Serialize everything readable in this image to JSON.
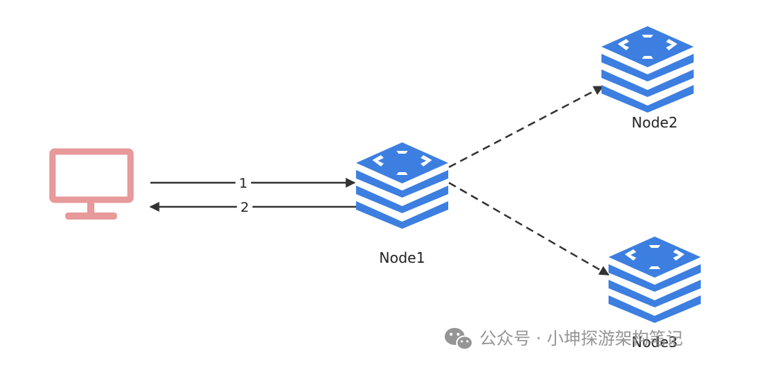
{
  "nodes": {
    "node1": {
      "label": "Node1"
    },
    "node2": {
      "label": "Node2"
    },
    "node3": {
      "label": "Node3"
    }
  },
  "arrows": {
    "request": {
      "label": "1"
    },
    "response": {
      "label": "2"
    }
  },
  "watermark": {
    "text": "公众号 · 小坤探游架构笔记"
  },
  "colors": {
    "server": "#3d7fe0",
    "client": "#e8999a",
    "line": "#333333",
    "watermark": "#8a8a8a"
  },
  "icons": {
    "client": "monitor-icon",
    "server": "server-stack-icon",
    "watermark": "wechat-icon"
  }
}
